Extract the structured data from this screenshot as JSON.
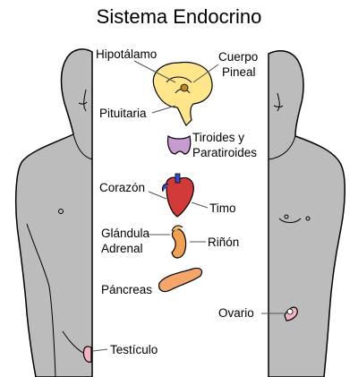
{
  "title": "Sistema Endocrino",
  "labels": {
    "hipotalamo": "Hipotálamo",
    "cuerpo_pineal_1": "Cuerpo",
    "cuerpo_pineal_2": "Pineal",
    "pituitaria": "Pituitaria",
    "tiroides_1": "Tiroides y",
    "tiroides_2": "Paratiroides",
    "corazon": "Corazón",
    "timo": "Timo",
    "glandula_adrenal_1": "Glándula",
    "glandula_adrenal_2": "Adrenal",
    "rinon": "Riñón",
    "pancreas": "Páncreas",
    "ovario": "Ovario",
    "testiculo": "Testículo"
  },
  "colors": {
    "body": "#bcbcbc",
    "brain": "#ffe68a",
    "thyroid": "#c79bd0",
    "heart": "#d23a3a",
    "kidney": "#f0a050",
    "pancreas": "#f3a56a",
    "gonad": "#f3b3c0"
  }
}
